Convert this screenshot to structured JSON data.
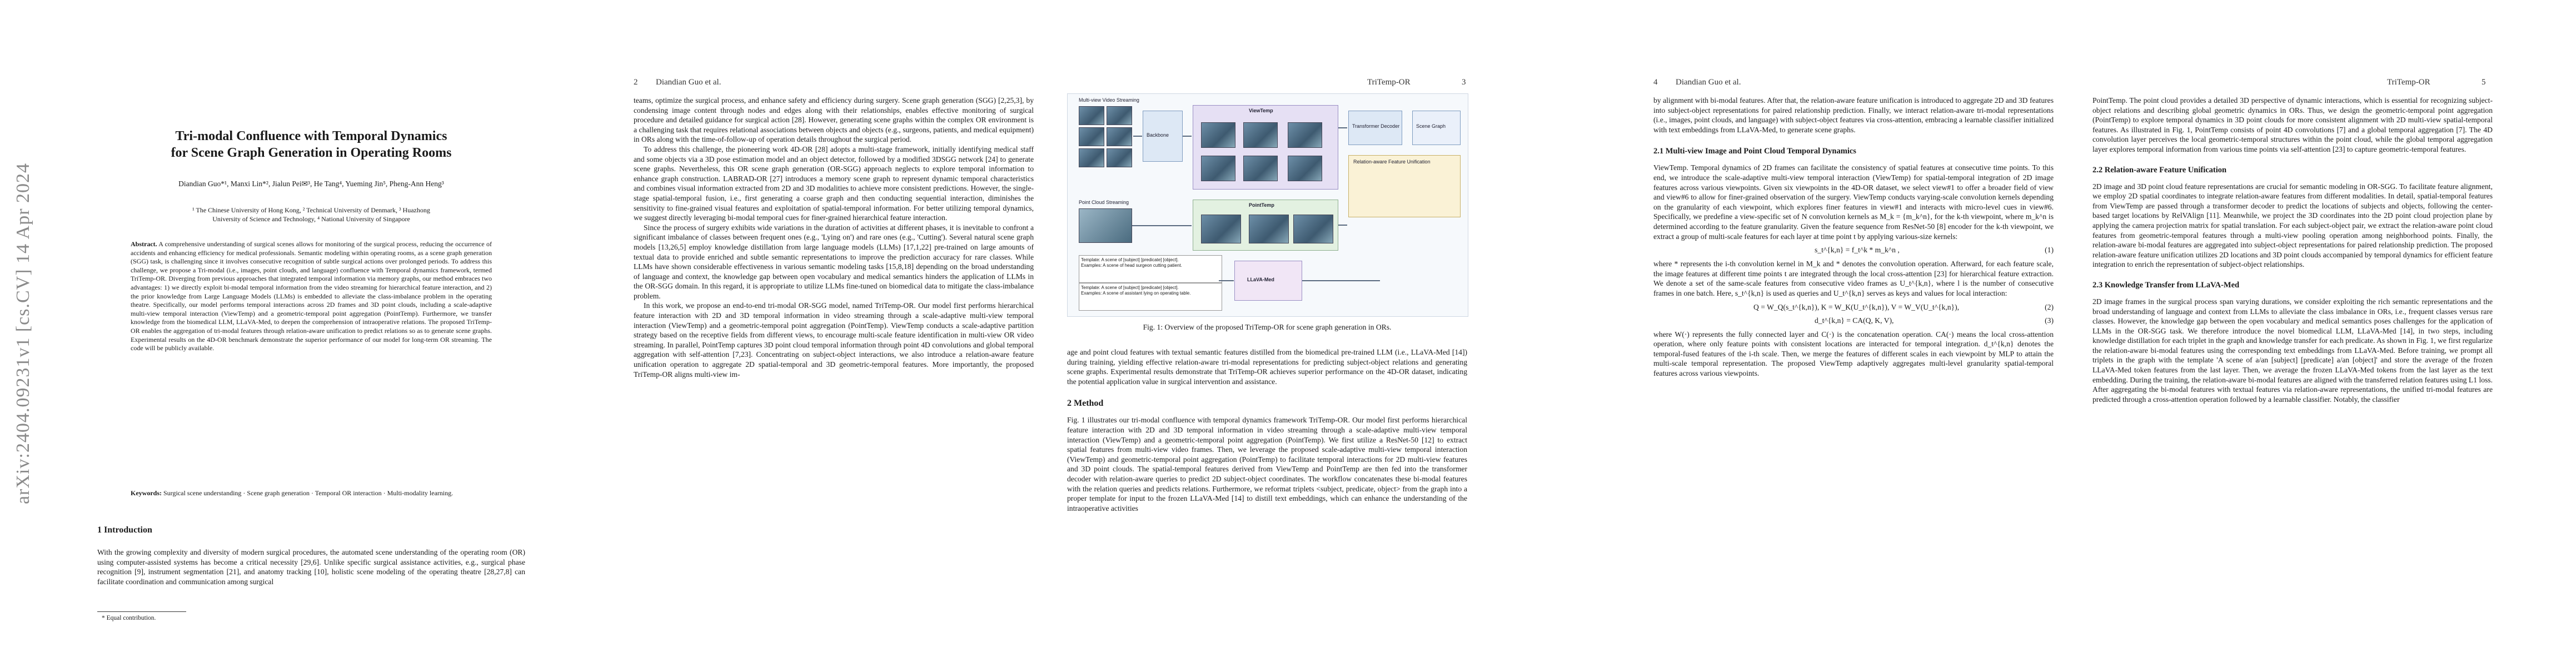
{
  "arxiv_id": "arXiv:2404.09231v1  [cs.CV]  14 Apr 2024",
  "page1": {
    "title_line1": "Tri-modal Confluence with Temporal Dynamics",
    "title_line2": "for Scene Graph Generation in Operating Rooms",
    "authors": "Diandian Guo*¹, Manxi Lin*², Jialun Pei✉³, He Tang⁴, Yueming Jin⁵, Pheng-Ann Heng³",
    "affil_1": "¹ The Chinese University of Hong Kong, ² Technical University of Denmark, ³ Huazhong",
    "affil_2": "University of Science and Technology, ⁴ National University of Singapore",
    "abstract_label": "Abstract.",
    "abstract": "A comprehensive understanding of surgical scenes allows for monitoring of the surgical process, reducing the occurrence of accidents and enhancing efficiency for medical professionals. Semantic modeling within operating rooms, as a scene graph generation (SGG) task, is challenging since it involves consecutive recognition of subtle surgical actions over prolonged periods. To address this challenge, we propose a Tri-modal (i.e., images, point clouds, and language) confluence with Temporal dynamics framework, termed TriTemp-OR. Diverging from previous approaches that integrated temporal information via memory graphs, our method embraces two advantages: 1) we directly exploit bi-modal temporal information from the video streaming for hierarchical feature interaction, and 2) the prior knowledge from Large Language Models (LLMs) is embedded to alleviate the class-imbalance problem in the operating theatre. Specifically, our model performs temporal interactions across 2D frames and 3D point clouds, including a scale-adaptive multi-view temporal interaction (ViewTemp) and a geometric-temporal point aggregation (PointTemp). Furthermore, we transfer knowledge from the biomedical LLM, LLaVA-Med, to deepen the comprehension of intraoperative relations. The proposed TriTemp-OR enables the aggregation of tri-modal features through relation-aware unification to predict relations so as to generate scene graphs. Experimental results on the 4D-OR benchmark demonstrate the superior performance of our model for long-term OR streaming. The code will be publicly available.",
    "keywords_label": "Keywords:",
    "keywords": "Surgical scene understanding · Scene graph generation · Temporal OR interaction · Multi-modality learning.",
    "sec1": "1   Introduction",
    "intro": "With the growing complexity and diversity of modern surgical procedures, the automated scene understanding of the operating room (OR) using computer-assisted systems has become a critical necessity [29,6]. Unlike specific surgical assistance activities, e.g., surgical phase recognition [9], instrument segmentation [21], and anatomy tracking [10], holistic scene modeling of the operating theatre [28,27,8] can facilitate coordination and communication among surgical",
    "footnote": "* Equal contribution."
  },
  "page2": {
    "num_left": "2",
    "head_left": "Diandian Guo et al.",
    "head_right": "TriTemp-OR",
    "num_right": "3",
    "col1_a": "teams, optimize the surgical process, and enhance safety and efficiency during surgery. Scene graph generation (SGG) [2,25,3], by condensing image content through nodes and edges along with their relationships, enables effective monitoring of surgical procedure and detailed guidance for surgical action [28]. However, generating scene graphs within the complex OR environment is a challenging task that requires relational associations between objects and objects (e.g., surgeons, patients, and medical equipment) in ORs along with the time-of-follow-up of operation details throughout the surgical period.",
    "col1_b": "To address this challenge, the pioneering work 4D-OR [28] adopts a multi-stage framework, initially identifying medical staff and some objects via a 3D pose estimation model and an object detector, followed by a modified 3DSGG network [24] to generate scene graphs. Nevertheless, this OR scene graph generation (OR-SGG) approach neglects to explore temporal information to enhance graph construction. LABRAD-OR [27] introduces a memory scene graph to represent dynamic temporal characteristics and combines visual information extracted from 2D and 3D modalities to achieve more consistent predictions. However, the single-stage spatial-temporal fusion, i.e., first generating a coarse graph and then conducting sequential interaction, diminishes the sensitivity to fine-grained visual features and exploitation of spatial-temporal information. For better utilizing temporal dynamics, we suggest directly leveraging bi-modal temporal cues for finer-grained hierarchical feature interaction.",
    "col1_c": "Since the process of surgery exhibits wide variations in the duration of activities at different phases, it is inevitable to confront a significant imbalance of classes between frequent ones (e.g., 'Lying on') and rare ones (e.g., 'Cutting'). Several natural scene graph models [13,26,5] employ knowledge distillation from large language models (LLMs) [17,1,22] pre-trained on large amounts of textual data to provide enriched and subtle semantic representations to improve the prediction accuracy for rare classes. While LLMs have shown considerable effectiveness in various semantic modeling tasks [15,8,18] depending on the broad understanding of language and context, the knowledge gap between open vocabulary and medical semantics hinders the application of LLMs in the OR-SGG domain. In this regard, it is appropriate to utilize LLMs fine-tuned on biomedical data to mitigate the class-imbalance problem.",
    "col1_d": "In this work, we propose an end-to-end tri-modal OR-SGG model, named TriTemp-OR. Our model first performs hierarchical feature interaction with 2D and 3D temporal information in video streaming through a scale-adaptive multi-view temporal interaction (ViewTemp) and a geometric-temporal point aggregation (PointTemp). ViewTemp conducts a scale-adaptive partition strategy based on the receptive fields from different views, to encourage multi-scale feature identification in multi-view OR video streaming. In parallel, PointTemp captures 3D point cloud temporal information through point 4D convolutions and global temporal aggregation with self-attention [7,23]. Concentrating on subject-object interactions, we also introduce a relation-aware feature unification operation to aggregate 2D spatial-temporal and 3D geometric-temporal features. More importantly, the proposed TriTemp-OR aligns multi-view im-",
    "fig_caption": "Fig. 1: Overview of the proposed TriTemp-OR for scene graph generation in ORs.",
    "col2_a": "age and point cloud features with textual semantic features distilled from the biomedical pre-trained LLM (i.e., LLaVA-Med [14]) during training, yielding effective relation-aware tri-modal representations for predicting subject-object relations and generating scene graphs. Experimental results demonstrate that TriTemp-OR achieves superior performance on the 4D-OR dataset, indicating the potential application value in surgical intervention and assistance.",
    "sec2": "2   Method",
    "col2_b": "Fig. 1 illustrates our tri-modal confluence with temporal dynamics framework TriTemp-OR. Our model first performs hierarchical feature interaction with 2D and 3D temporal information in video streaming through a scale-adaptive multi-view temporal interaction (ViewTemp) and a geometric-temporal point aggregation (PointTemp). We first utilize a ResNet-50 [12] to extract spatial features from multi-view video frames. Then, we leverage the proposed scale-adaptive multi-view temporal interaction (ViewTemp) and geometric-temporal point aggregation (PointTemp) to facilitate temporal interactions for 2D multi-view features and 3D point clouds. The spatial-temporal features derived from ViewTemp and PointTemp are then fed into the transformer decoder with relation-aware queries to predict 2D subject-object coordinates. The workflow concatenates these bi-modal features with the relation queries and predicts relations. Furthermore, we reformat triplets <subject, predicate, object> from the graph into a proper template for input to the frozen LLaVA-Med [14] to distill text embeddings, which can enhance the understanding of the intraoperative activities",
    "fig_labels": {
      "input_streaming": "Multi-view Video Streaming",
      "point_stream": "Point Cloud Streaming",
      "backbone": "Backbone",
      "viewtemp": "ViewTemp",
      "pointtemp": "PointTemp",
      "unification": "Relation-aware Feature Unification",
      "llava": "LLaVA-Med",
      "scene_graph": "Scene Graph",
      "decoder": "Transformer Decoder",
      "template_a": "Template: A scene of [subject] [predicate] [object].",
      "template_b": "Examples: A scene of head surgeon cutting patient.",
      "template_c": "Template: A scene of [subject] [predicate] [object].",
      "template_d": "Examples: A scene of assistant lying on operating table."
    }
  },
  "page3": {
    "num_left": "4",
    "head_left": "Diandian Guo et al.",
    "head_right": "TriTemp-OR",
    "num_right": "5",
    "col1_a": "by alignment with bi-modal features. After that, the relation-aware feature unification is introduced to aggregate 2D and 3D features into subject-object representations for paired relationship prediction. Finally, we interact relation-aware tri-modal representations (i.e., images, point clouds, and language) with subject-object features via cross-attention, embracing a learnable classifier initialized with text embeddings from LLaVA-Med, to generate scene graphs.",
    "sub21": "2.1   Multi-view Image and Point Cloud Temporal Dynamics",
    "col1_b": "ViewTemp. Temporal dynamics of 2D frames can facilitate the consistency of spatial features at consecutive time points. To this end, we introduce the scale-adaptive multi-view temporal interaction (ViewTemp) for spatial-temporal integration of 2D image features across various viewpoints. Given six viewpoints in the 4D-OR dataset, we select view#1 to offer a broader field of view and view#6 to allow for finer-grained observation of the surgery. ViewTemp conducts varying-scale convolution kernels depending on the granularity of each viewpoint, which explores finer features in view#1 and interacts with micro-level cues in view#6. Specifically, we predefine a view-specific set of N convolution kernels as M_k = {m_k^n}, for the k-th viewpoint, where m_k^n is determined according to the feature granularity. Given the feature sequence from ResNet-50 [8] encoder for the k-th viewpoint, we extract a group of multi-scale features for each layer at time point t by applying various-size kernels:",
    "eq1": "s_t^{k,n} = f_t^k * m_k^n ,",
    "eq1_num": "(1)",
    "col1_c": "where * represents the i-th convolution kernel in M_k and * denotes the convolution operation. Afterward, for each feature scale, the image features at different time points t are integrated through the local cross-attention [23] for hierarchical feature extraction. We denote a set of the same-scale features from consecutive video frames as U_t^{k,n}, where l is the number of consecutive frames in one batch. Here, s_t^{k,n} is used as queries and U_t^{k,n} serves as keys and values for local interaction:",
    "eq2": "Q = W_Q(s_t^{k,n}),   K = W_K(U_t^{k,n}),   V = W_V(U_t^{k,n}),",
    "eq2_num": "(2)",
    "eq3": "d_t^{k,n} = CA(Q, K, V),",
    "eq3_num": "(3)",
    "col1_d": "where W(·) represents the fully connected layer and C(·) is the concatenation operation. CA(·) means the local cross-attention operation, where only feature points with consistent locations are interacted for temporal integration. d_t^{k,n} denotes the temporal-fused features of the i-th scale. Then, we merge the features of different scales in each viewpoint by MLP to attain the multi-scale temporal representation. The proposed ViewTemp adaptively aggregates multi-level granularity spatial-temporal features across various viewpoints.",
    "col2_a": "PointTemp. The point cloud provides a detailed 3D perspective of dynamic interactions, which is essential for recognizing subject-object relations and describing global geometric dynamics in ORs. Thus, we design the geometric-temporal point aggregation (PointTemp) to explore temporal dynamics in 3D point clouds for more consistent alignment with 2D multi-view spatial-temporal features. As illustrated in Fig. 1, PointTemp consists of point 4D convolutions [7] and a global temporal aggregation [7]. The 4D convolution layer perceives the local geometric-temporal structures within the point cloud, while the global temporal aggregation layer explores temporal information from various time points via self-attention [23] to capture geometric-temporal features.",
    "sub22": "2.2   Relation-aware Feature Unification",
    "col2_b": "2D image and 3D point cloud feature representations are crucial for semantic modeling in OR-SGG. To facilitate feature alignment, we employ 2D spatial coordinates to integrate relation-aware features from different modalities. In detail, spatial-temporal features from ViewTemp are passed through a transformer decoder to predict the locations of subjects and objects, following the center-based target locations by RelVAlign [11]. Meanwhile, we project the 3D coordinates into the 2D point cloud projection plane by applying the camera projection matrix for spatial translation. For each subject-object pair, we extract the relation-aware point cloud features from geometric-temporal features through a multi-view pooling operation among neighborhood points. Finally, the relation-aware bi-modal features are aggregated into subject-object representations for paired relationship prediction. The proposed relation-aware feature unification utilizes 2D locations and 3D point clouds accompanied by temporal dynamics for efficient feature integration to enrich the representation of subject-object relationships.",
    "sub23": "2.3   Knowledge Transfer from LLaVA-Med",
    "col2_c": "2D image frames in the surgical process span varying durations, we consider exploiting the rich semantic representations and the broad understanding of language and context from LLMs to alleviate the class imbalance in ORs, i.e., frequent classes versus rare classes. However, the knowledge gap between the open vocabulary and medical semantics poses challenges for the application of LLMs in the OR-SGG task. We therefore introduce the novel biomedical LLM, LLaVA-Med [14], in two steps, including knowledge distillation for each triplet in the graph and knowledge transfer for each predicate. As shown in Fig. 1, we first regularize the relation-aware bi-modal features using the corresponding text embeddings from LLaVA-Med. Before training, we prompt all triplets in the graph with the template 'A scene of a/an [subject] [predicate] a/an [object]' and store the average of the frozen LLaVA-Med token features from the last layer. Then, we average the frozen LLaVA-Med tokens from the last layer as the text embedding. During the training, the relation-aware bi-modal features are aligned with the transferred relation features using L1 loss. After aggregating the bi-modal features with textual features via relation-aware representations, the unified tri-modal features are predicted through a cross-attention operation followed by a learnable classifier. Notably, the classifier"
  }
}
